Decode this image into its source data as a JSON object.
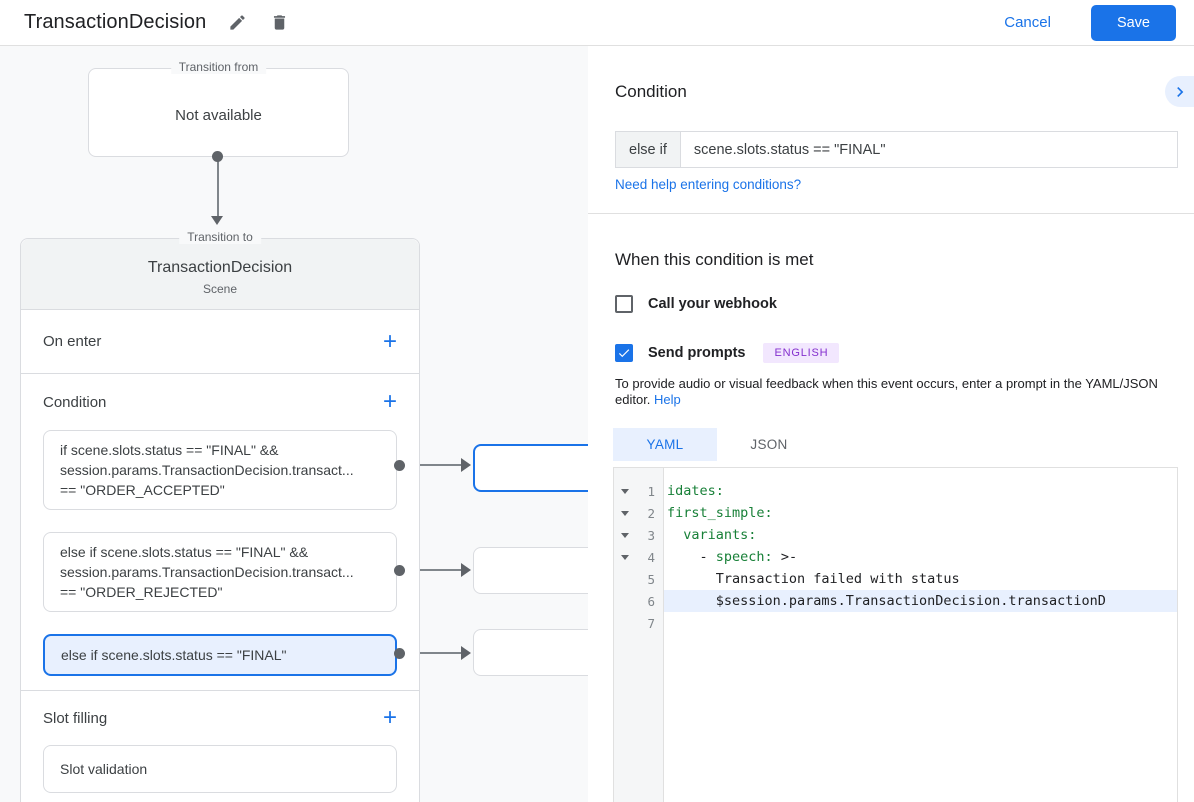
{
  "topbar": {
    "title": "TransactionDecision",
    "cancel_label": "Cancel",
    "save_label": "Save"
  },
  "flow": {
    "from_box": {
      "legend": "Transition from",
      "text": "Not available"
    },
    "to_box": {
      "legend": "Transition to",
      "title": "TransactionDecision",
      "subtitle": "Scene"
    },
    "on_enter_label": "On enter",
    "condition_label": "Condition",
    "slot_filling_label": "Slot filling",
    "slot_card_label": "Slot validation",
    "condition_cards": [
      {
        "selected": false,
        "lines": [
          "if scene.slots.status == \"FINAL\" &&",
          "session.params.TransactionDecision.transact...",
          "== \"ORDER_ACCEPTED\""
        ]
      },
      {
        "selected": false,
        "lines": [
          "else if scene.slots.status == \"FINAL\" &&",
          "session.params.TransactionDecision.transact...",
          "== \"ORDER_REJECTED\""
        ]
      },
      {
        "selected": true,
        "lines": [
          "else if scene.slots.status == \"FINAL\""
        ]
      }
    ]
  },
  "panel": {
    "title": "Condition",
    "condition_prefix": "else if",
    "condition_value": "scene.slots.status == \"FINAL\"",
    "help_link": "Need help entering conditions?",
    "section_title": "When this condition is met",
    "webhook_label": "Call your webhook",
    "webhook_checked": false,
    "prompts_label": "Send prompts",
    "prompts_checked": true,
    "language_badge": "ENGLISH",
    "description": "To provide audio or visual feedback when this event occurs, enter a prompt in the YAML/JSON editor.",
    "description_link": "Help",
    "tabs": [
      {
        "label": "YAML",
        "active": true
      },
      {
        "label": "JSON",
        "active": false
      }
    ],
    "editor": {
      "lines": [
        {
          "num": 1,
          "fold": true,
          "highlight": false,
          "segments": [
            {
              "kind": "key",
              "text": "idates:"
            }
          ]
        },
        {
          "num": 2,
          "fold": true,
          "highlight": false,
          "segments": [
            {
              "kind": "key",
              "text": "first_simple:"
            }
          ]
        },
        {
          "num": 3,
          "fold": true,
          "highlight": false,
          "segments": [
            {
              "kind": "text",
              "text": "  "
            },
            {
              "kind": "key",
              "text": "variants:"
            }
          ]
        },
        {
          "num": 4,
          "fold": true,
          "highlight": false,
          "segments": [
            {
              "kind": "text",
              "text": "    - "
            },
            {
              "kind": "key",
              "text": "speech:"
            },
            {
              "kind": "text",
              "text": " >-"
            }
          ]
        },
        {
          "num": 5,
          "fold": false,
          "highlight": false,
          "segments": [
            {
              "kind": "text",
              "text": "      Transaction failed with status"
            }
          ]
        },
        {
          "num": 6,
          "fold": false,
          "highlight": true,
          "segments": [
            {
              "kind": "text",
              "text": "      $session.params.TransactionDecision.transactionD"
            }
          ]
        },
        {
          "num": 7,
          "fold": false,
          "highlight": false,
          "segments": []
        }
      ]
    }
  },
  "colors": {
    "accent_blue": "#1a73e8",
    "selected_bg": "#e8f0fe",
    "code_key_green": "#188038",
    "badge_bg": "#f2e7fe",
    "badge_text": "#8430ce",
    "canvas_bg": "#f8f9fa"
  }
}
